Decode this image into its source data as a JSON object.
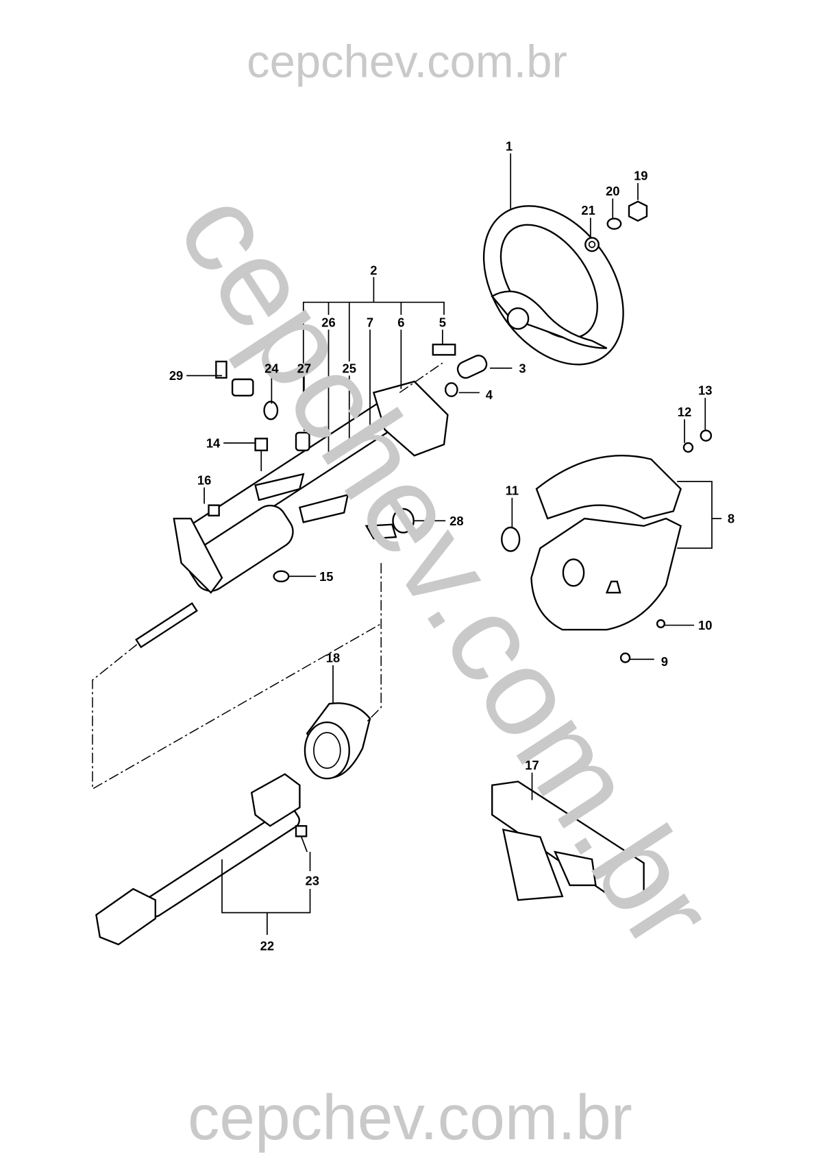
{
  "watermark": {
    "top": "cepchev.com.br",
    "bottom": "cepchev.com.br",
    "diagonal": "cepchev.com.br",
    "color": "#c9c9c9"
  },
  "callouts": {
    "n1": "1",
    "n2": "2",
    "n3": "3",
    "n4": "4",
    "n5": "5",
    "n6": "6",
    "n7": "7",
    "n8": "8",
    "n9": "9",
    "n10": "10",
    "n11": "11",
    "n12": "12",
    "n13": "13",
    "n14": "14",
    "n15": "15",
    "n16": "16",
    "n17": "17",
    "n18": "18",
    "n19": "19",
    "n20": "20",
    "n21": "21",
    "n22": "22",
    "n23": "23",
    "n24": "24",
    "n25": "25",
    "n26": "26",
    "n27": "27",
    "n28": "28",
    "n29": "29"
  }
}
